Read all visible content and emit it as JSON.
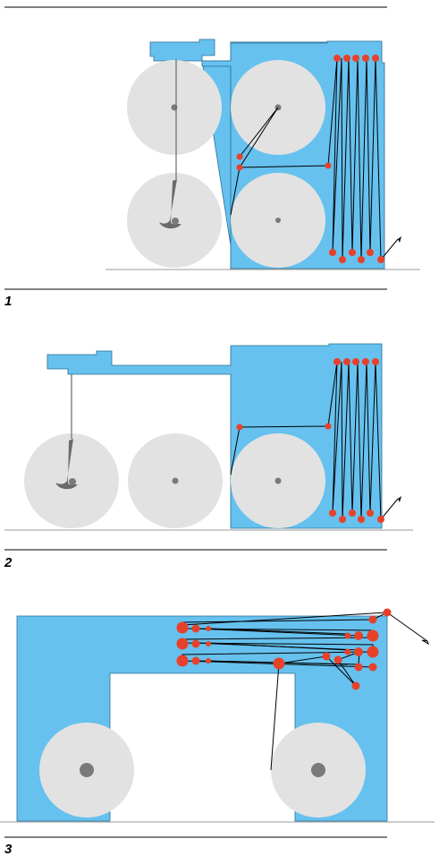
{
  "panels": [
    {
      "label": "1"
    },
    {
      "label": "2"
    },
    {
      "label": "3"
    }
  ],
  "colors": {
    "frame": "#66c1ee",
    "roll": "#e2e2e2",
    "roll_core": "#7a7a7a",
    "guide_roller": "#e8412b",
    "web": "#000000",
    "arm": "#6b6b6b",
    "rule": "#000000",
    "floor": "#999999"
  }
}
